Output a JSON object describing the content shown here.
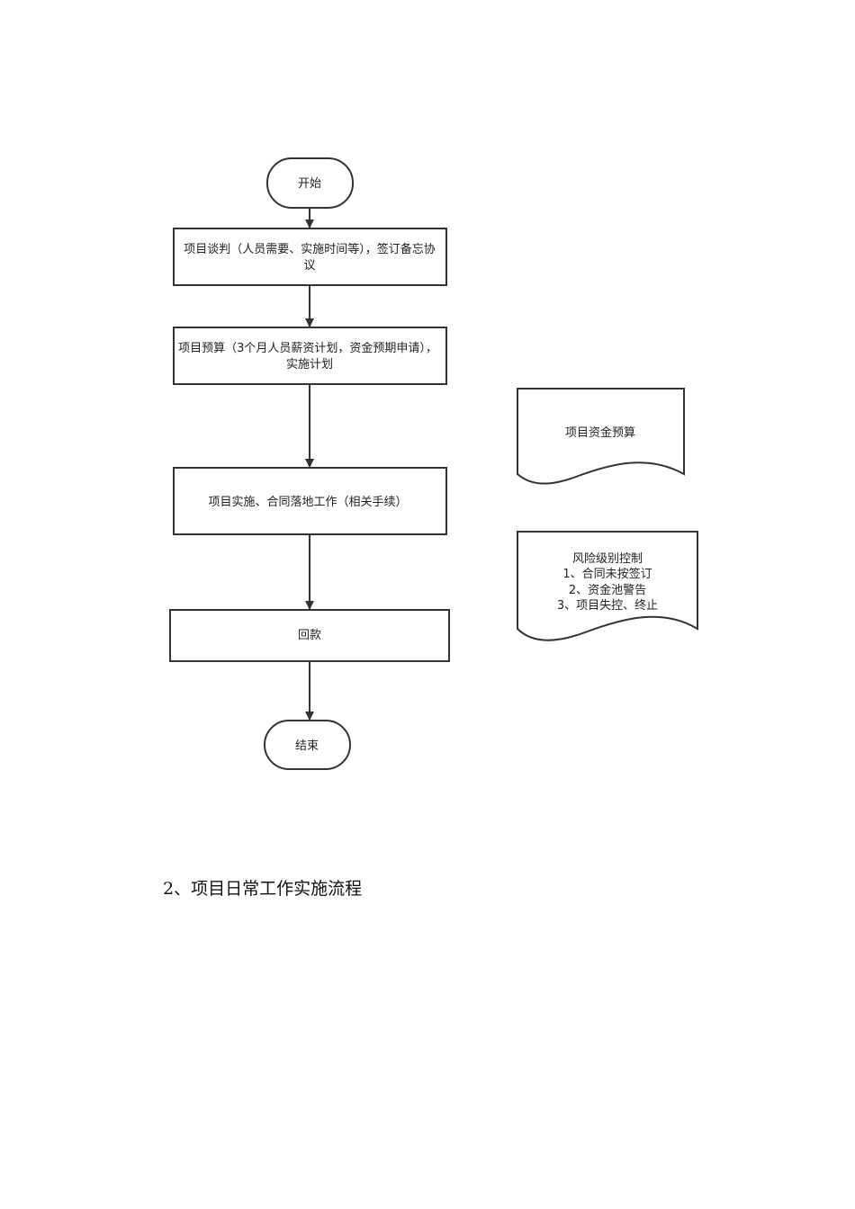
{
  "flowchart": {
    "start": {
      "label": "开始"
    },
    "steps": [
      {
        "lines": [
          "项目谈判（人员需要、实施时间等），签订备忘协",
          "议"
        ]
      },
      {
        "lines": [
          "项目预算（3个月人员薪资计划，资金预期申请），",
          "实施计划"
        ]
      },
      {
        "lines": [
          "项目实施、合同落地工作（相关手续）"
        ]
      },
      {
        "lines": [
          "回款"
        ]
      }
    ],
    "end": {
      "label": "结束"
    },
    "documents": [
      {
        "lines": [
          "项目资金预算"
        ]
      },
      {
        "lines": [
          "风险级别控制",
          "1、合同未按签订",
          "2、资金池警告",
          "3、项目失控、终止"
        ]
      }
    ]
  },
  "heading": {
    "text": "2、项目日常工作实施流程"
  },
  "colors": {
    "stroke": "#333333",
    "text": "#222222",
    "fill": "#ffffff"
  }
}
